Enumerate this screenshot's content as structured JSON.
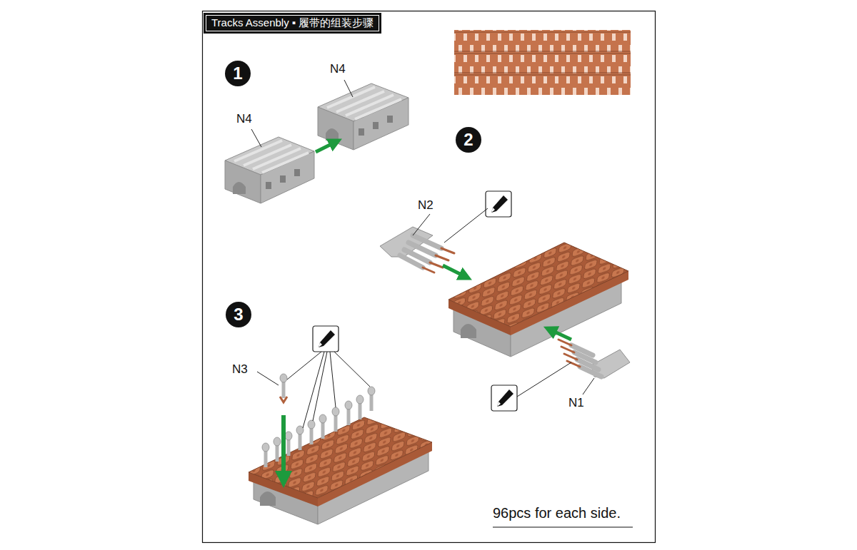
{
  "diagram": {
    "title": "Tracks Assenbly ▪ 履带的组装步骤",
    "labels": [
      "1",
      "N4",
      "N4",
      "2",
      "N2",
      "N1",
      "3",
      "N3",
      "96pcs for each side."
    ]
  }
}
